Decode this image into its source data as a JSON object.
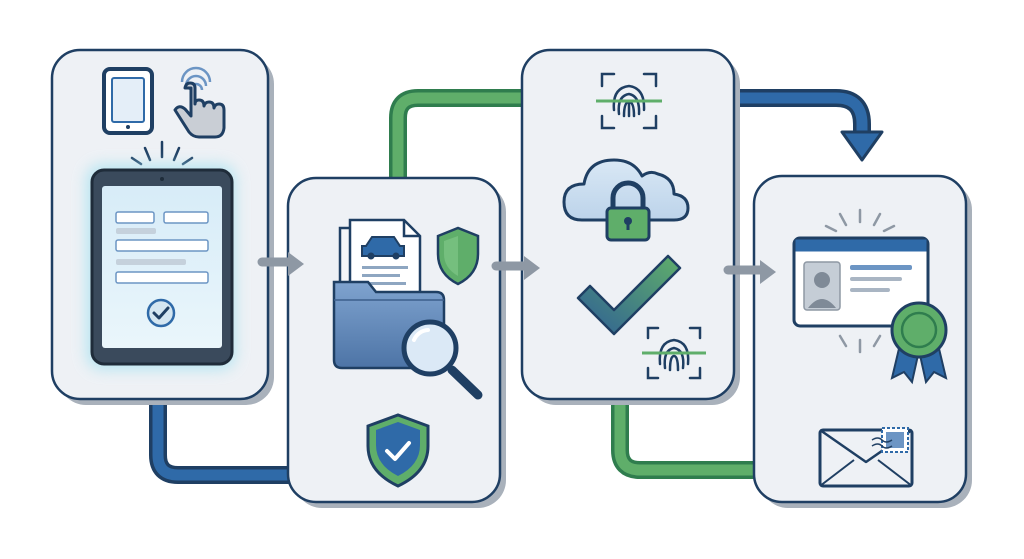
{
  "diagram": {
    "type": "process-flow",
    "colors": {
      "navy": "#1f3f63",
      "blue": "#2f6aa8",
      "blue_light": "#6c95c4",
      "green": "#5fae6a",
      "green_dark": "#2f7d4e",
      "card_fill": "#eef1f5",
      "card_shadow": "#a9b1bb",
      "connector": "#8e98a4"
    },
    "stages": [
      {
        "id": "stage-1",
        "icons": [
          "tablet-icon",
          "tap-hand-icon",
          "tablet-form-icon",
          "form-checkmark-icon"
        ]
      },
      {
        "id": "stage-2",
        "icons": [
          "document-car-icon",
          "folder-icon",
          "shield-icon",
          "magnifier-icon",
          "shield-check-icon"
        ]
      },
      {
        "id": "stage-3",
        "icons": [
          "fingerprint-scan-icon",
          "cloud-lock-icon",
          "checkmark-icon",
          "fingerprint-icon"
        ]
      },
      {
        "id": "stage-4",
        "icons": [
          "id-card-icon",
          "award-ribbon-icon",
          "envelope-stamp-icon"
        ]
      }
    ],
    "arrows": [
      {
        "from": "stage-1",
        "to": "stage-2",
        "color": "blue"
      },
      {
        "from": "stage-2",
        "to": "stage-3",
        "color": "green"
      },
      {
        "from": "stage-3",
        "to": "stage-4",
        "color": "blue"
      },
      {
        "from": "stage-3",
        "to": "stage-4",
        "color": "green"
      }
    ]
  }
}
